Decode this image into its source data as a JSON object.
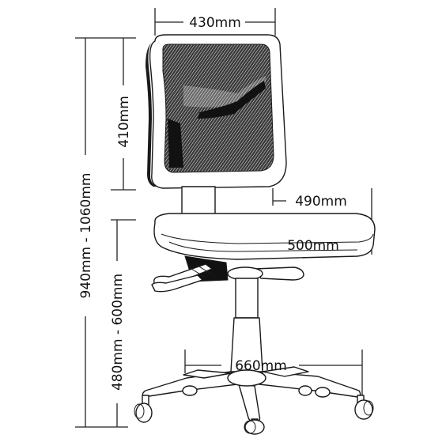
{
  "diagram": {
    "labels": {
      "back_width": "430mm",
      "back_height": "410mm",
      "seat_depth": "490mm",
      "seat_width": "500mm",
      "base_diameter": "660mm",
      "overall_height": "940mm - 1060mm",
      "seat_height": "480mm - 600mm"
    },
    "colors": {
      "line": "#1a1a1a",
      "mesh": "#2b2b2b",
      "background": "#ffffff"
    }
  }
}
